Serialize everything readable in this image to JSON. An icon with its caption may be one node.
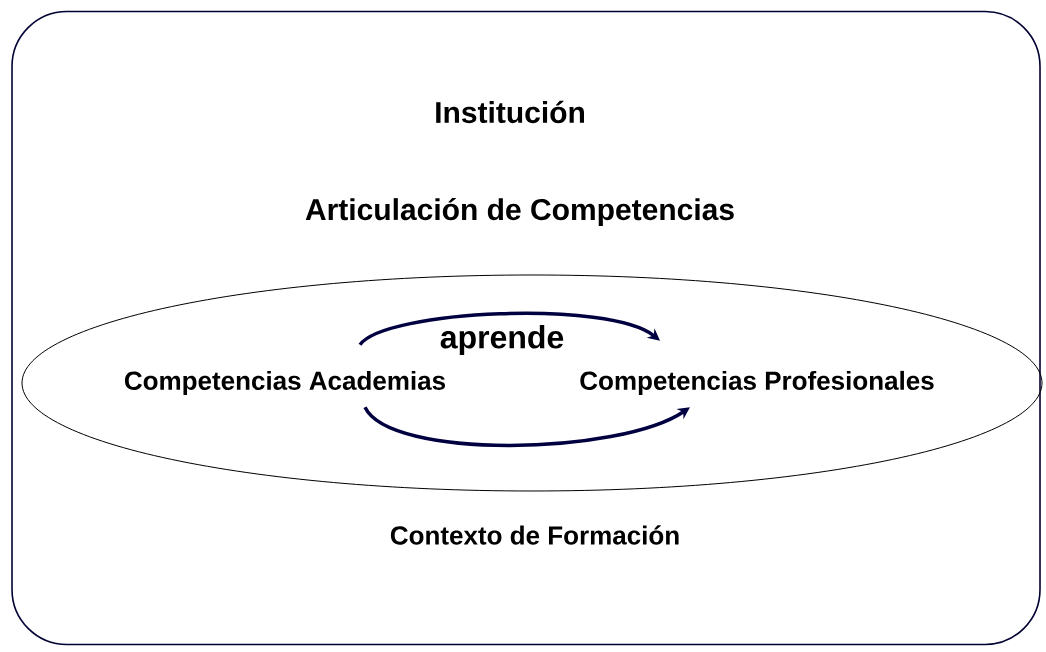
{
  "diagram": {
    "nodes": [
      {
        "text": [
          "Institución",
          "Articulación de Competencias",
          "Contexto de Formación"
        ]
      },
      {
        "text": [],
        "shape": "ellipse",
        "in": 0
      },
      {
        "text": [
          "Competencias Academias"
        ],
        "in": 1
      },
      {
        "text": [
          "Competencias Profesionales"
        ],
        "in": 1
      }
    ],
    "edges": [
      {
        "from": 2,
        "to": 3,
        "arrow": "to",
        "label": "aprende"
      },
      {
        "from": 2,
        "to": 3,
        "arrow": "to"
      }
    ]
  }
}
